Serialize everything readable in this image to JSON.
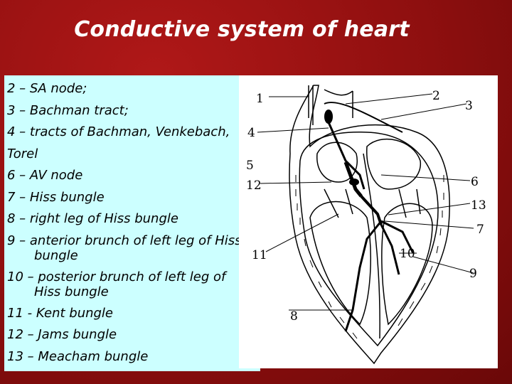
{
  "slide": {
    "title": "Conductive system of heart",
    "background_color": "#8e0f0f",
    "textbox_color": "#ccffff"
  },
  "list": [
    "2 – SA node;",
    "3 – Bachman tract;",
    "4 – tracts of  Bachman, Venkebach,",
    "Torel",
    "6 – AV node",
    "7 – Hiss bungle",
    "8 – right leg of Hiss bungle",
    "9 – anterior brunch of left leg of Hiss",
    "bungle",
    "10 – posterior brunch of left leg of",
    "Hiss bungle",
    "11 - Kent bungle",
    "12 – Jams bungle",
    "13 – Meacham bungle"
  ],
  "figure": {
    "labels": {
      "l1": "1",
      "l2": "2",
      "l3": "3",
      "l4": "4",
      "l5": "5",
      "l6": "6",
      "l7": "7",
      "l8": "8",
      "l9": "9",
      "l10": "10",
      "l11": "11",
      "l12": "12",
      "l13": "13"
    },
    "icon": "heart-conduction-diagram"
  }
}
